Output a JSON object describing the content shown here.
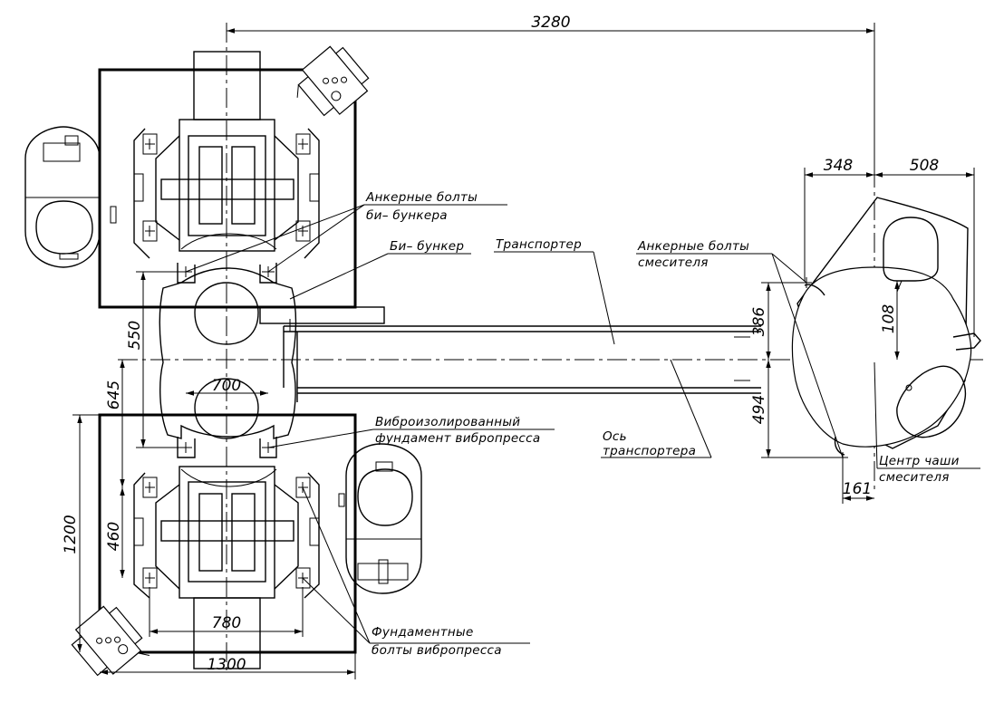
{
  "labels": {
    "anchor_bin_line1": "Анкерные болты",
    "anchor_bin_line2": "би– бункера",
    "bin": "Би– бункер",
    "conveyor": "Транспортер",
    "anchor_mixer_line1": "Анкерные болты",
    "anchor_mixer_line2": "смесителя",
    "foundation_line1": "Виброизолированный",
    "foundation_line2": "фундамент вибропресса",
    "conveyor_axis_line1": "Ось",
    "conveyor_axis_line2": "транспортера",
    "bowl_center_line1": "Центр чаши",
    "bowl_center_line2": "смесителя",
    "press_bolts_line1": "Фундаментные",
    "press_bolts_line2": "болты вибропресса"
  },
  "dimensions": {
    "overall_length": "3280",
    "d348": "348",
    "d508": "508",
    "d108": "108",
    "d386": "386",
    "d494": "494",
    "d161": "161",
    "d550": "550",
    "d645": "645",
    "d700": "700",
    "d460": "460",
    "d1200": "1200",
    "d780": "780",
    "d1300": "1300"
  }
}
